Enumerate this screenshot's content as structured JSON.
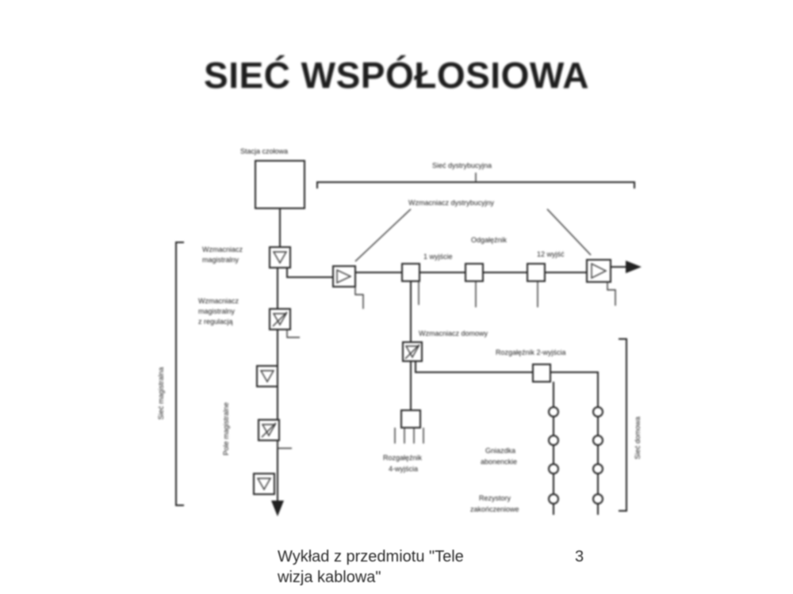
{
  "slide": {
    "title": "SIEĆ WSPÓŁOSIOWA",
    "footer_line1": "Wykład z przedmiotu \"Tele",
    "footer_line2": "wizja kablowa\"",
    "page_number": "3"
  },
  "diagram": {
    "labels": {
      "head_station": "Stacja czołowa",
      "distribution_network": "Sieć dystrybucyjna",
      "distribution_amplifiers": "Wzmacniacz dystrybucyjny",
      "tap": "Odgałęźnik",
      "one_output": "1 wyjście",
      "twelve_outputs": "12 wyjść",
      "trunk_amplifier_line1": "Wzmacniacz",
      "trunk_amplifier_line2": "magistralny",
      "trunk_amp_reg_line1": "Wzmacniacz",
      "trunk_amp_reg_line2": "magistralny",
      "trunk_amp_reg_line3": "z regulacją",
      "trunk_network": "Sieć magistralna",
      "trunk_field": "Pole magistralne",
      "house_amplifier": "Wzmacniacz domowy",
      "two_output_tap": "Rozgałęźnik 2-wyjścia",
      "four_output_tap_line1": "Rozgałęźnik",
      "four_output_tap_line2": "4-wyjścia",
      "subscriber_outlets_line1": "Gniazdka",
      "subscriber_outlets_line2": "abonenckie",
      "terminating_resistors_line1": "Rezystory",
      "terminating_resistors_line2": "zakończeniowe",
      "house_network": "Sieć domowa"
    }
  }
}
